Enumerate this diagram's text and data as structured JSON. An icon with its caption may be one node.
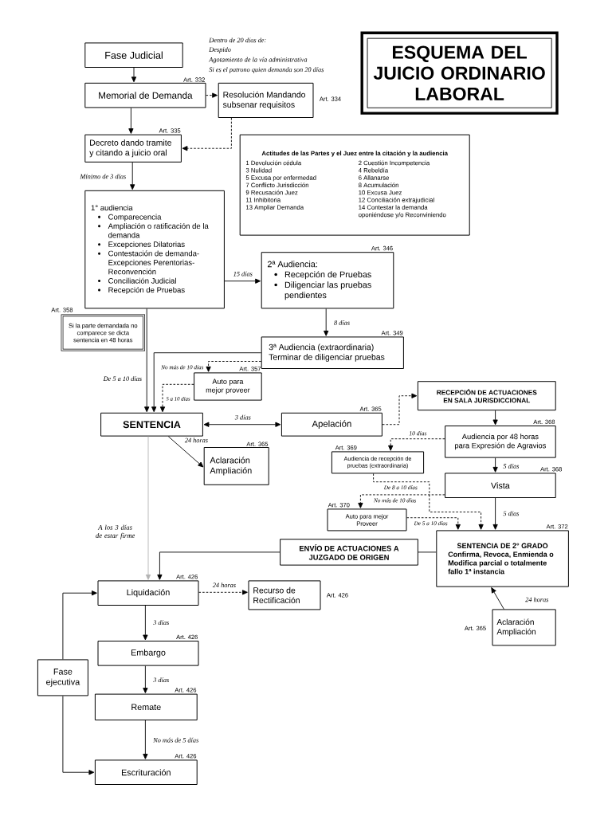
{
  "diagram": {
    "title": "ESQUEMA DEL JUICIO ORDINARIO LABORAL",
    "nodes": [
      {
        "text": [
          "Fase Judicial"
        ]
      },
      {
        "text": [
          "Memorial de Demanda"
        ],
        "beside": [
          "Art. 332"
        ]
      },
      {
        "text": [
          "Resolución Mandando subsenar requisitos"
        ],
        "beside": [
          "Art. 334"
        ]
      },
      {
        "text": [
          "Decreto dando tramite y citando a juicio oral"
        ],
        "beside": [
          "Art. 335"
        ]
      },
      {
        "text": [
          "Actitudes de las Partes y el Juez entre la citación y la audiencia",
          "1 Devolución cédula",
          "2 Cuestión Incompetencia",
          "3 Nulidad",
          "4 Rebeldía",
          "5 Excusa por enfermedad",
          "6 Allanarse",
          "7 Conflicto Jurisdicción",
          "8 Acumulación",
          "9 Recusación Juez",
          "10 Excusa Juez",
          "11 Inhibitoria",
          "12 Conciliación extrajudicial",
          "13 Ampliar Demanda",
          "14 Contestar la demanda oponiéndose y/o Reconviniendo"
        ]
      },
      {
        "text": [
          "1° audiencia",
          "Comparecencia",
          "Ampliación o ratificación de la demanda",
          "Excepciones Dilatorias",
          "Contestación de demanda-Excepciones Perentorias-Reconvención",
          "Conciliación Judicial",
          "Recepción de Pruebas"
        ]
      },
      {
        "text": [
          "Si la parte demandada no comparece se dicta sentencia en 48 horas"
        ],
        "beside": [
          "Art. 358"
        ]
      },
      {
        "text": [
          "2ª Audiencia:",
          "Recepción de Pruebas",
          "Diligenciar las pruebas pendientes"
        ],
        "beside": [
          "Art. 346"
        ]
      },
      {
        "text": [
          "3ª Audiencia (extraordinaria)",
          "Terminar de diligenciar pruebas"
        ],
        "beside": [
          "Art. 349"
        ]
      },
      {
        "text": [
          "Auto para mejor proveer"
        ],
        "beside": [
          "Art. 357"
        ]
      },
      {
        "text": [
          "SENTENCIA"
        ]
      },
      {
        "text": [
          "Aclaración Ampliación"
        ],
        "beside": [
          "Art. 365"
        ]
      },
      {
        "text": [
          "Apelación"
        ],
        "beside": [
          "Art. 365"
        ]
      },
      {
        "text": [
          "RECEPCIÓN DE ACTUACIONES EN SALA JURISDICCIONAL"
        ]
      },
      {
        "text": [
          "Audiencia por 48 horas para Expresión de Agravios"
        ],
        "beside": [
          "Art. 368"
        ]
      },
      {
        "text": [
          "Audiencia de recepción de pruebas (extraordinaria)"
        ],
        "beside": [
          "Art. 369"
        ]
      },
      {
        "text": [
          "Vista"
        ],
        "beside": [
          "Art. 368"
        ]
      },
      {
        "text": [
          "Auto para mejor Proveer"
        ],
        "beside": [
          "Art. 370"
        ]
      },
      {
        "text": [
          "ENVÍO DE ACTUACIONES A JUZGADO DE ORIGEN"
        ]
      },
      {
        "text": [
          "SENTENCIA DE 2° GRADO",
          "Confirma, Revoca, Enmienda o Modifica parcial o totalmente fallo 1ª instancia"
        ],
        "beside": [
          "Art. 372"
        ]
      },
      {
        "text": [
          "Aclaración Ampliación"
        ],
        "beside": [
          "Art. 365"
        ]
      },
      {
        "text": [
          "Liquidación"
        ],
        "beside": [
          "Art. 426"
        ]
      },
      {
        "text": [
          "Recurso de Rectificación"
        ],
        "beside": [
          "Art. 426"
        ]
      },
      {
        "text": [
          "Embargo"
        ],
        "beside": [
          "Art. 426"
        ]
      },
      {
        "text": [
          "Remate"
        ],
        "beside": [
          "Art. 426"
        ]
      },
      {
        "text": [
          "Fase ejecutiva"
        ]
      },
      {
        "text": [
          "Escrituración"
        ],
        "beside": [
          "Art. 426"
        ]
      }
    ],
    "edges": [
      {
        "from": 0,
        "to": 1,
        "arrow": "to"
      },
      {
        "from": 1,
        "to": 2,
        "arrow": "to",
        "style": "dashed"
      },
      {
        "from": 2,
        "to": 3,
        "arrow": "to",
        "style": "dashed"
      },
      {
        "from": 1,
        "to": 3,
        "arrow": "to"
      },
      {
        "from": 3,
        "to": 5,
        "arrow": "to",
        "label": "Mínimo de 3 días"
      },
      {
        "from": 5,
        "to": 7,
        "arrow": "to",
        "label": "15 días"
      },
      {
        "from": 7,
        "to": 8,
        "arrow": "to",
        "label": "8 días"
      },
      {
        "from": 5,
        "to": 10,
        "arrow": "to",
        "label": "De 5 a 10 días"
      },
      {
        "from": 8,
        "to": 10,
        "arrow": "to"
      },
      {
        "from": 8,
        "to": 9,
        "arrow": "to",
        "style": "dashed",
        "label": "No más de 10 días"
      },
      {
        "from": 9,
        "to": 10,
        "arrow": "to",
        "style": "dashed",
        "label": "5 a 10 días"
      },
      {
        "from": 10,
        "to": 12,
        "arrow": "both",
        "label": "3 días"
      },
      {
        "from": 10,
        "to": 11,
        "arrow": "to",
        "label": "24 horas"
      },
      {
        "from": 12,
        "to": 13,
        "arrow": "to",
        "style": "dashed"
      },
      {
        "from": 13,
        "to": 14,
        "arrow": "to"
      },
      {
        "from": 14,
        "to": 15,
        "arrow": "to",
        "style": "dashed",
        "label": "10 días"
      },
      {
        "from": 14,
        "to": 16,
        "arrow": "to",
        "label": "5 días"
      },
      {
        "from": 16,
        "to": 19,
        "arrow": "to",
        "label": "5 días"
      },
      {
        "from": 15,
        "to": 19,
        "arrow": "to",
        "style": "dashed",
        "label": "De 8 a 10 días"
      },
      {
        "from": 16,
        "to": 17,
        "arrow": "to",
        "style": "dashed",
        "label": "No más de 10 días"
      },
      {
        "from": 17,
        "to": 19,
        "arrow": "to",
        "style": "dashed",
        "label": "De 5 a 10 días"
      },
      {
        "from": 19,
        "to": 18,
        "arrow": "none"
      },
      {
        "from": 18,
        "to": 21,
        "arrow": "to"
      },
      {
        "from": 20,
        "to": 19,
        "arrow": "to",
        "label": "24 horas"
      },
      {
        "from": 10,
        "to": 21,
        "arrow": "to",
        "color": "#b3b3b3",
        "label": "A los 3 días de estar firme"
      },
      {
        "from": 21,
        "to": 22,
        "arrow": "to",
        "style": "dashed",
        "label": "24 horas"
      },
      {
        "from": 21,
        "to": 23,
        "arrow": "to",
        "label": "3 días"
      },
      {
        "from": 23,
        "to": 24,
        "arrow": "to",
        "label": "3 días"
      },
      {
        "from": 24,
        "to": 26,
        "arrow": "to",
        "label": "No más de 5 días"
      },
      {
        "from": 25,
        "to": 21,
        "arrow": "to"
      },
      {
        "from": 25,
        "to": 26,
        "arrow": "to"
      }
    ],
    "labels": [
      "Dentro de 20 días de:",
      "Despido",
      "Agotamiento de la vía administrativa",
      "Si es el patrono quien demanda son 20 días"
    ]
  }
}
